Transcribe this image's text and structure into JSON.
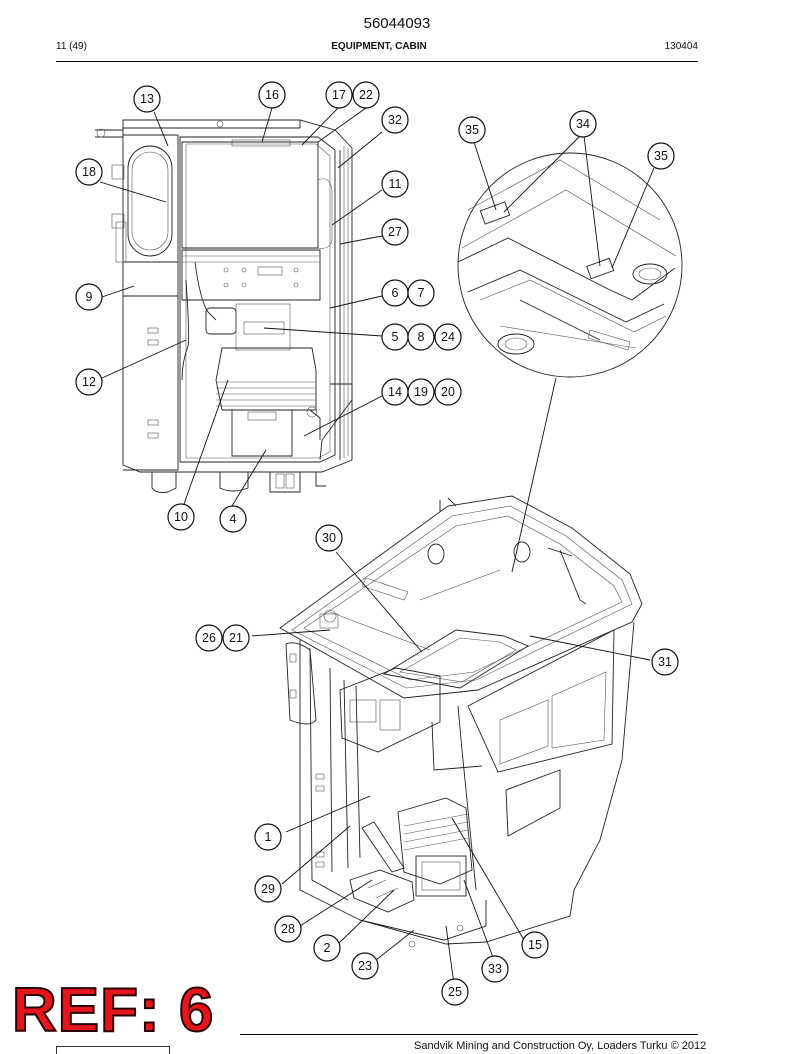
{
  "header": {
    "doc_number": "56044093",
    "page": "11 (49)",
    "section": "EQUIPMENT, CABIN",
    "date_code": "130404"
  },
  "footer": {
    "copyright": "Sandvik Mining and Construction Oy, Loaders Turku © 2012"
  },
  "stamp": {
    "text": "REF: 6",
    "color": "#e8141b"
  },
  "callouts": {
    "c1": "1",
    "c2": "2",
    "c4": "4",
    "c5": "5",
    "c6": "6",
    "c7": "7",
    "c8": "8",
    "c9": "9",
    "c10": "10",
    "c11": "11",
    "c12": "12",
    "c13": "13",
    "c14": "14",
    "c15": "15",
    "c16": "16",
    "c17": "17",
    "c18": "18",
    "c19": "19",
    "c20": "20",
    "c21": "21",
    "c22": "22",
    "c23": "23",
    "c24": "24",
    "c25": "25",
    "c26": "26",
    "c27": "27",
    "c28": "28",
    "c29": "29",
    "c30": "30",
    "c31": "31",
    "c32": "32",
    "c33": "33",
    "c34": "34",
    "c35a": "35",
    "c35b": "35"
  }
}
